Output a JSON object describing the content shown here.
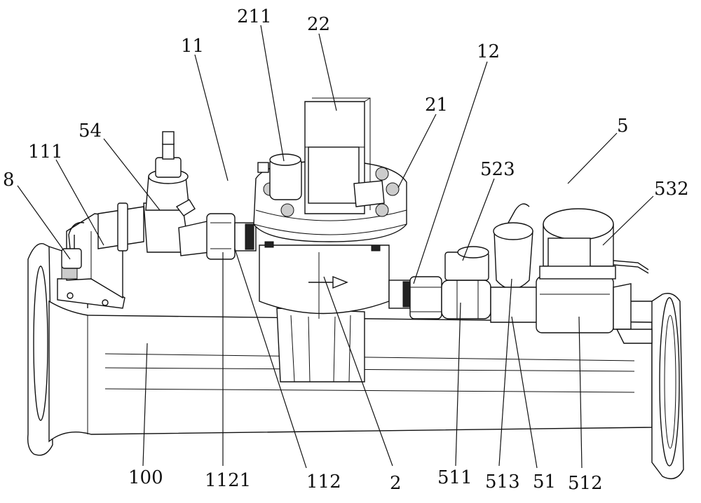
{
  "labels": {
    "l8": "8",
    "l111": "111",
    "l54": "54",
    "l11": "11",
    "l211": "211",
    "l22": "22",
    "l21": "21",
    "l12": "12",
    "l5": "5",
    "l523": "523",
    "l532": "532",
    "l100": "100",
    "l1121": "1121",
    "l112": "112",
    "l2": "2",
    "l511": "511",
    "l513": "513",
    "l51": "51",
    "l512": "512"
  }
}
